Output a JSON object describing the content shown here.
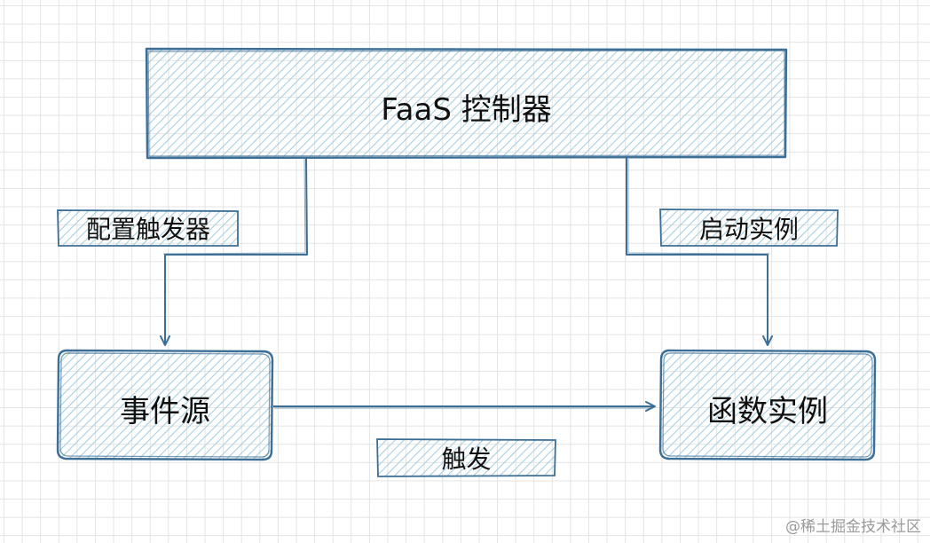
{
  "diagram": {
    "controller": "FaaS 控制器",
    "event_source": "事件源",
    "function_instance": "函数实例",
    "edges": {
      "configure_trigger": "配置触发器",
      "start_instance": "启动实例",
      "trigger": "触发"
    }
  },
  "watermark": "@稀土掘金技术社区",
  "colors": {
    "stroke": "#3d6f96",
    "hatch": "#a9cfe0",
    "grid": "#e3e3e3",
    "text": "#111111"
  }
}
